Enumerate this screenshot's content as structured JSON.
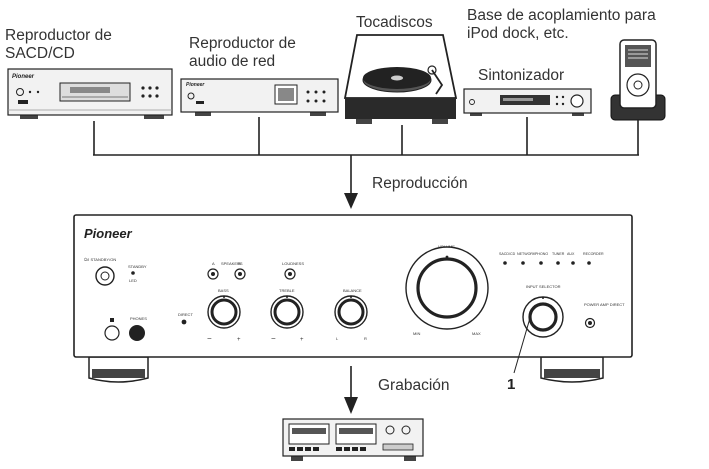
{
  "devices": {
    "sacd_label_line1": "Reproductor de",
    "sacd_label_line2": "SACD/CD",
    "network_label_line1": "Reproductor de",
    "network_label_line2": "audio de red",
    "turntable_label": "Tocadiscos",
    "tuner_label": "Sintonizador",
    "ipod_label_line1": "Base de acoplamiento para",
    "ipod_label_line2": "iPod dock, etc.",
    "sacd_brand": "Pioneer",
    "network_brand": "Pioneer"
  },
  "flow": {
    "playback_label": "Reproducción",
    "recording_label": "Grabación",
    "callout_number": "1"
  },
  "amplifier": {
    "brand": "Pioneer",
    "standby_label": "⏻/I STANDBY/ON",
    "standby_led_label": "STANDBY",
    "led_label": "LED",
    "speakers_label": "SPEAKERS",
    "spk_a": "A",
    "spk_b": "B",
    "loudness_label": "LOUDNESS",
    "bass_label": "BASS",
    "treble_label": "TREBLE",
    "balance_label": "BALANCE",
    "volume_label": "VOLUME",
    "min_label": "MIN",
    "max_label": "MAX",
    "direct_label": "DIRECT",
    "phones_label": "PHONES",
    "input_selector_label": "INPUT SELECTOR",
    "power_amp_label": "POWER AMP DIRECT",
    "bass_minus": "−",
    "bass_plus": "+",
    "treble_minus": "−",
    "treble_plus": "+",
    "bal_l": "L",
    "bal_r": "R",
    "inputs": [
      "SACD/CD",
      "NETWORK",
      "PHONO",
      "TUNER",
      "AUX",
      "RECORDER"
    ]
  }
}
